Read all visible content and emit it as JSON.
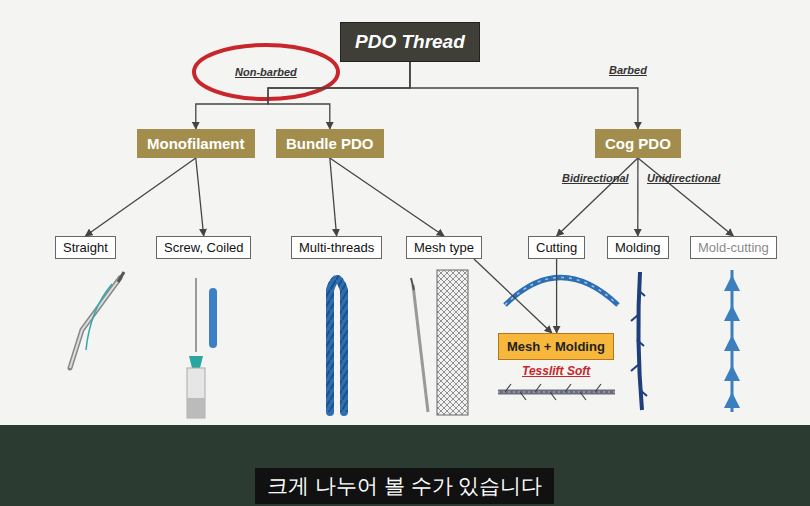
{
  "diagram": {
    "nodes": [
      {
        "text": [
          "PDO Thread"
        ]
      },
      {
        "text": [
          "Monofilament"
        ]
      },
      {
        "text": [
          "Bundle PDO"
        ]
      },
      {
        "text": [
          "Cog PDO"
        ]
      },
      {
        "text": [
          "Straight"
        ]
      },
      {
        "text": [
          "Screw, Coiled"
        ]
      },
      {
        "text": [
          "Multi-threads"
        ]
      },
      {
        "text": [
          "Mesh type"
        ]
      },
      {
        "text": [
          "Cutting"
        ]
      },
      {
        "text": [
          "Molding"
        ]
      },
      {
        "text": [
          "Mold-cutting"
        ]
      },
      {
        "text": [
          "Mesh + Molding"
        ]
      }
    ],
    "edges": [
      {
        "from": 0,
        "to": 1,
        "arrow": "to"
      },
      {
        "from": 0,
        "to": 2,
        "arrow": "to"
      },
      {
        "from": 0,
        "to": 3,
        "arrow": "to"
      },
      {
        "from": 1,
        "to": 4,
        "arrow": "to"
      },
      {
        "from": 1,
        "to": 5,
        "arrow": "to"
      },
      {
        "from": 2,
        "to": 6,
        "arrow": "to"
      },
      {
        "from": 2,
        "to": 7,
        "arrow": "to"
      },
      {
        "from": 3,
        "to": 8,
        "arrow": "to"
      },
      {
        "from": 3,
        "to": 9,
        "arrow": "to"
      },
      {
        "from": 3,
        "to": 10,
        "arrow": "to"
      },
      {
        "from": 7,
        "to": 11,
        "arrow": "to"
      },
      {
        "from": 8,
        "to": 11,
        "arrow": "to"
      }
    ],
    "labels": [
      "Non-barbed",
      "Barbed",
      "Bidirectional",
      "Unidirectional",
      "Tesslift Soft",
      "크게 나누어 볼 수가 있습니다"
    ]
  }
}
